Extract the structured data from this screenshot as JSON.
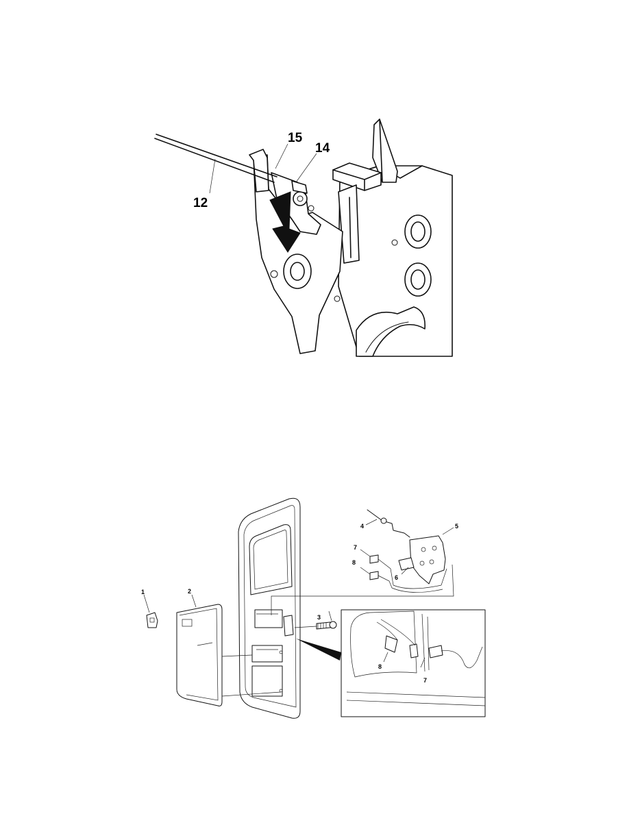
{
  "figure_1": {
    "callouts": [
      "15",
      "14",
      "12"
    ]
  },
  "figure_2": {
    "callouts": [
      "1",
      "2",
      "3",
      "4",
      "5",
      "6",
      "7",
      "8"
    ],
    "inset_callouts": [
      "8",
      "7"
    ]
  }
}
